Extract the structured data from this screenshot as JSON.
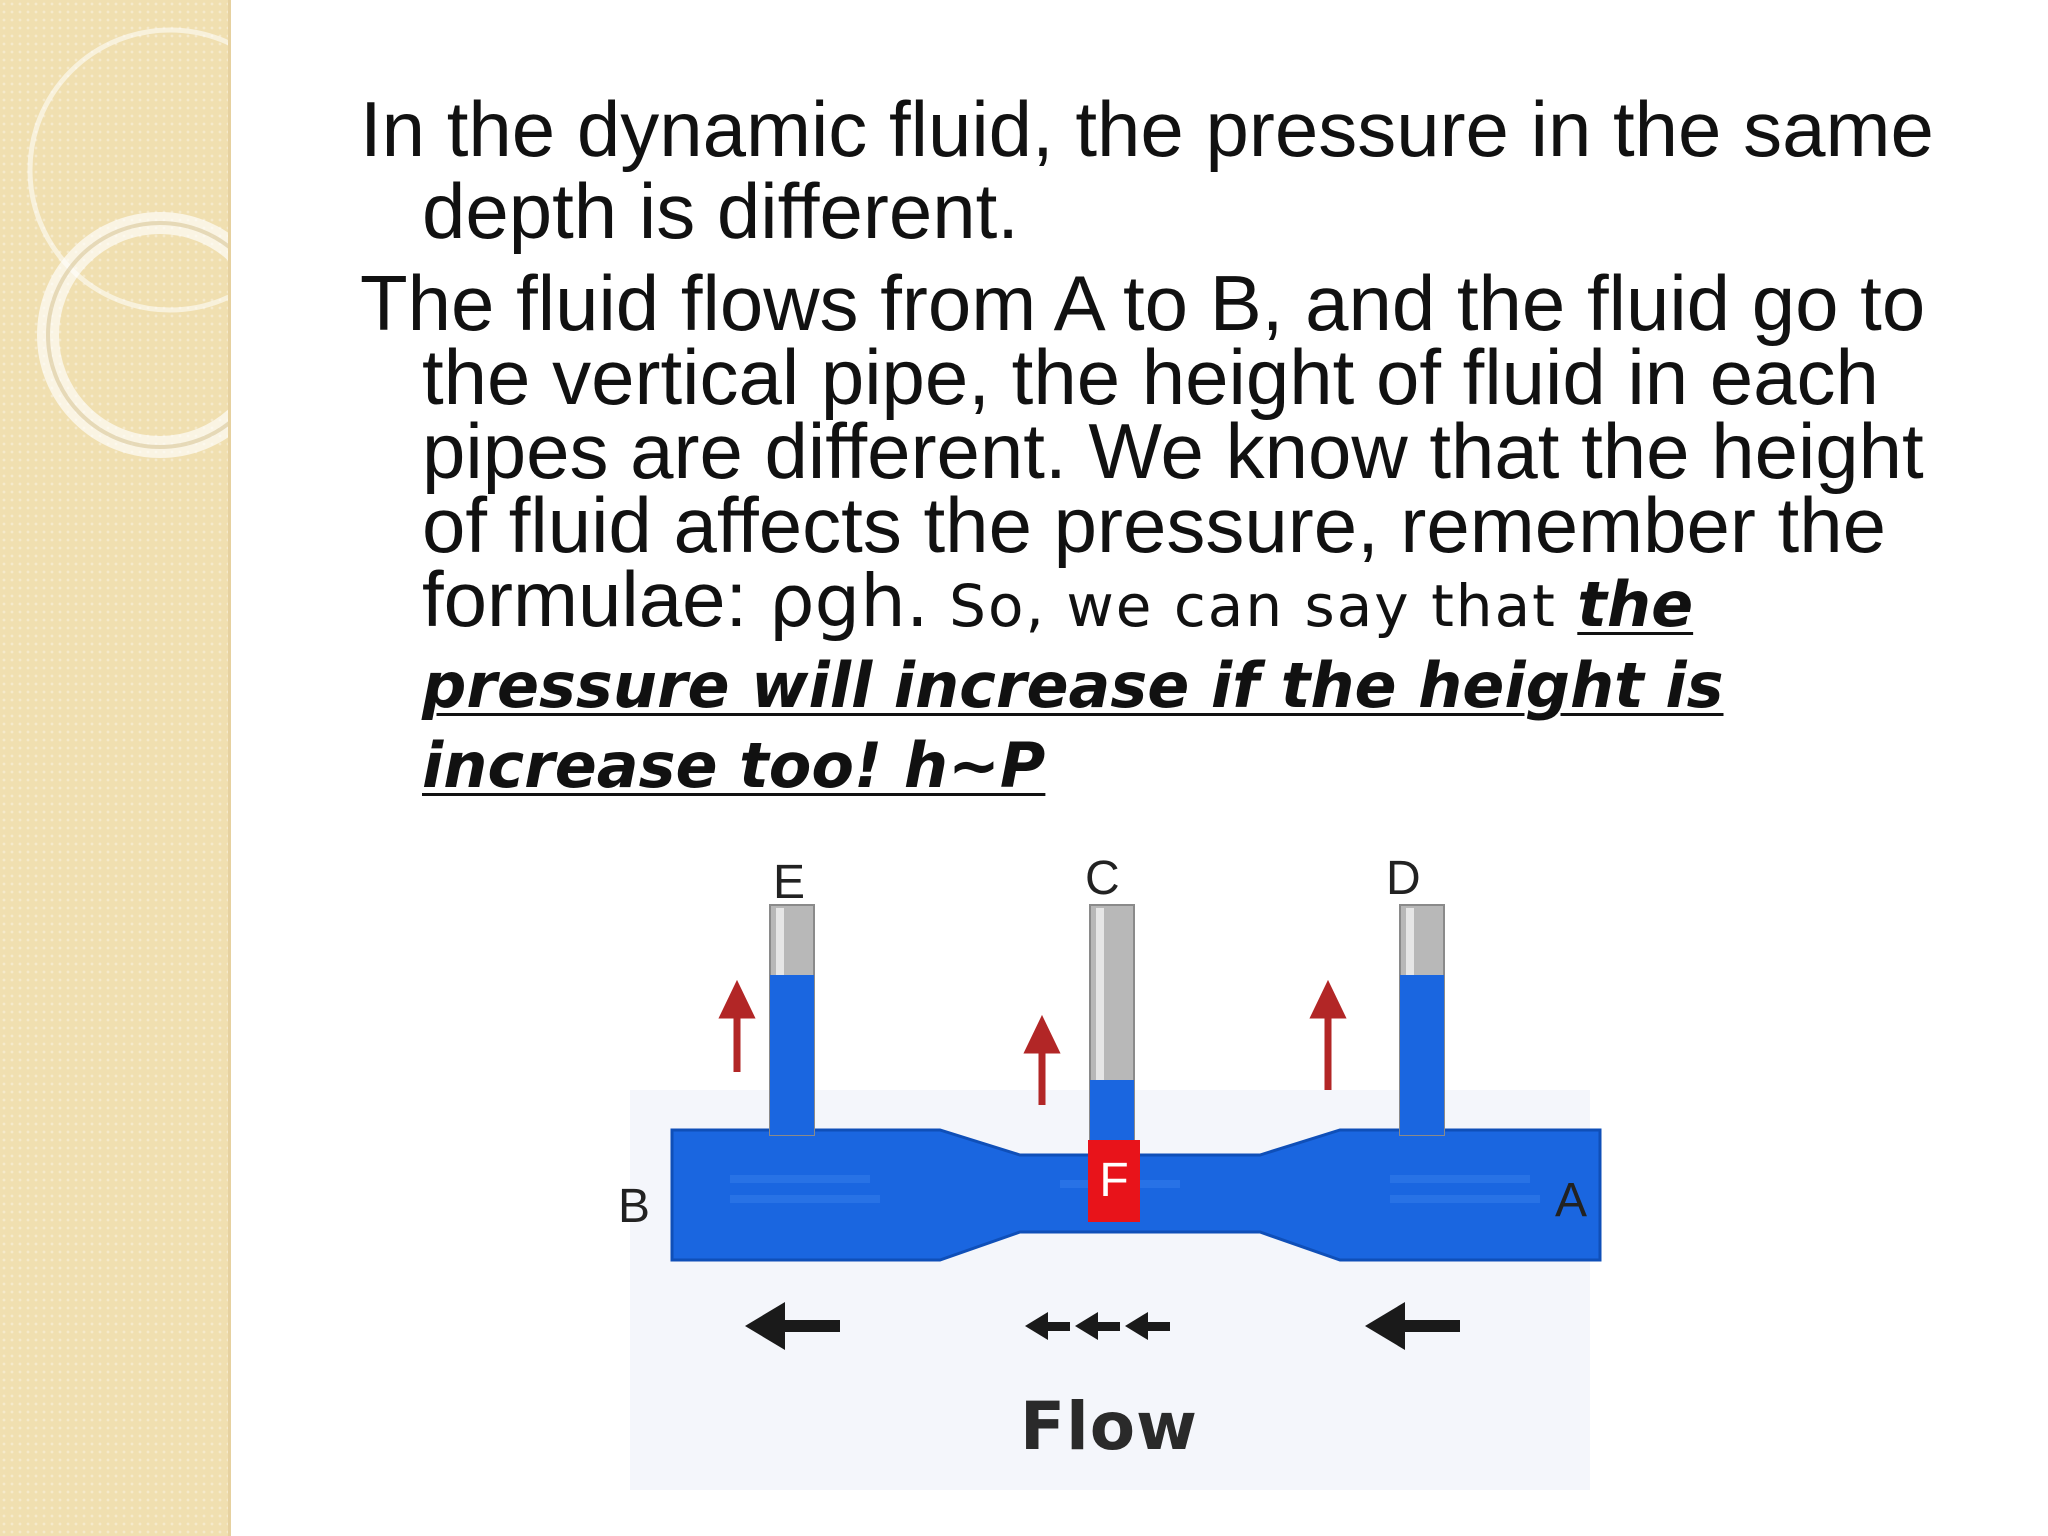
{
  "paragraph1": {
    "text": "In the dynamic fluid, the pressure in the same depth is different."
  },
  "paragraph2": {
    "text_main": "The fluid flows from A to B, and the fluid go to the vertical pipe, the height of fluid in each pipes are different. We know that the height of fluid affects the pressure, remember the formulae: ",
    "formula": "ρgh.",
    "text_small": " So, we can say that ",
    "emphasis": "the pressure will  increase if the height is increase too! h~P"
  },
  "diagram": {
    "tube_labels": {
      "left": "E",
      "middle": "C",
      "right": "D"
    },
    "end_labels": {
      "left": "B",
      "right": "A"
    },
    "marker_label": "F",
    "flow_label": "Flow",
    "colors": {
      "fluid": "#1a66e0",
      "arrow_up": "#b22626",
      "marker": "#e8131a",
      "pipe_glass": "#b8b8b8"
    },
    "fluid_levels_fraction": {
      "E": 0.75,
      "C": 0.2,
      "D": 0.75
    }
  }
}
